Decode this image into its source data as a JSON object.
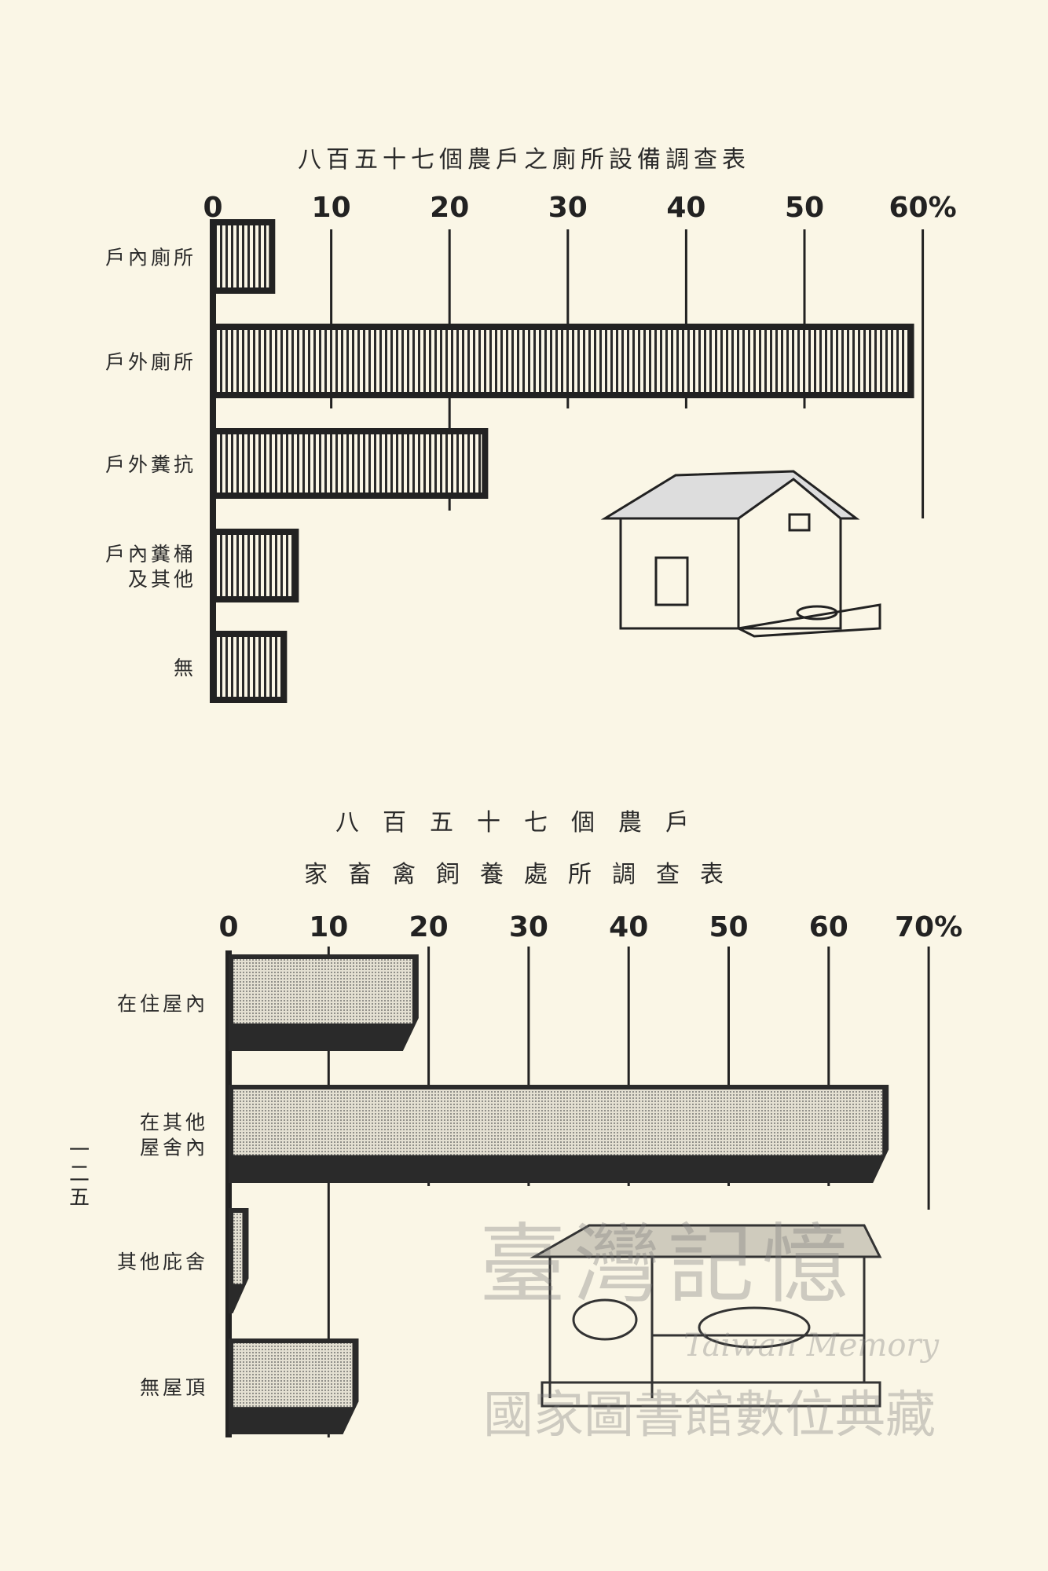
{
  "page_number": "一二五",
  "watermark": {
    "main": "臺灣記憶",
    "sub": "Taiwan Memory",
    "org": "國家圖書館數位典藏"
  },
  "chart_data": [
    {
      "type": "bar",
      "orientation": "horizontal",
      "title": "八百五十七個農戶之廁所設備調查表",
      "xlim": [
        0,
        60
      ],
      "ticks": [
        "0",
        "10",
        "20",
        "30",
        "40",
        "50",
        "60%"
      ],
      "categories": [
        "戶內廁所",
        "戶外廁所",
        "戶外糞抗",
        "戶內糞桶\n及其他",
        "無"
      ],
      "values": [
        5,
        59,
        23,
        7,
        6
      ],
      "unit": "%",
      "pattern": "vertical-stripes",
      "bar_color": "#2a2a2a"
    },
    {
      "type": "bar",
      "orientation": "horizontal",
      "title": "八百五十七個農戶",
      "subtitle": "家畜禽飼養處所調查表",
      "xlim": [
        0,
        70
      ],
      "ticks": [
        "0",
        "10",
        "20",
        "30",
        "40",
        "50",
        "60",
        "70%"
      ],
      "categories": [
        "在住屋內",
        "在其他\n屋舍內",
        "其他庇舍",
        "無屋頂"
      ],
      "values": [
        19,
        66,
        2,
        13
      ],
      "unit": "%",
      "pattern": "stipple",
      "bar_color": "#2a2a2a"
    }
  ]
}
